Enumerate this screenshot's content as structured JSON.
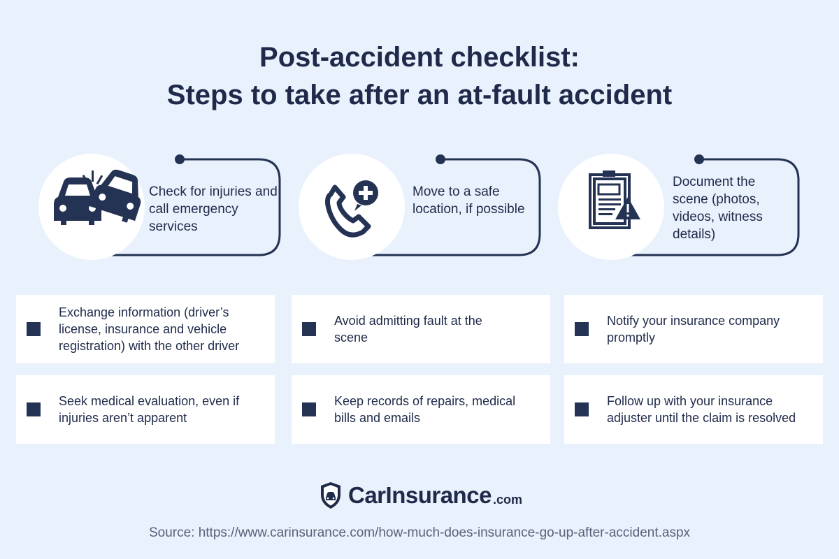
{
  "title": {
    "line1": "Post-accident checklist:",
    "line2": "Steps to take after an at-fault accident"
  },
  "steps": [
    {
      "text": "Check for injuries and call emergency services",
      "icon": "car-crash-icon"
    },
    {
      "text": "Move to a safe location, if possible",
      "icon": "phone-medical-icon"
    },
    {
      "text": "Document the scene (photos, videos, witness details)",
      "icon": "clipboard-warning-icon"
    }
  ],
  "checklist": [
    "Exchange information (driver’s license, insurance and vehicle registration) with the other driver",
    "Avoid admitting fault at the scene",
    "Notify your insurance company promptly",
    "Seek medical evaluation, even if injuries aren’t apparent",
    "Keep records of repairs, medical bills and emails",
    "Follow up with your insurance adjuster until the claim is resolved"
  ],
  "logo": {
    "brand": "CarInsurance",
    "tld": ".com",
    "icon": "shield-car-icon"
  },
  "source": "Source: https://www.carinsurance.com/how-much-does-insurance-go-up-after-accident.aspx",
  "colors": {
    "background": "#e9f1fc",
    "navy": "#1f2a4a",
    "card": "#ffffff"
  }
}
